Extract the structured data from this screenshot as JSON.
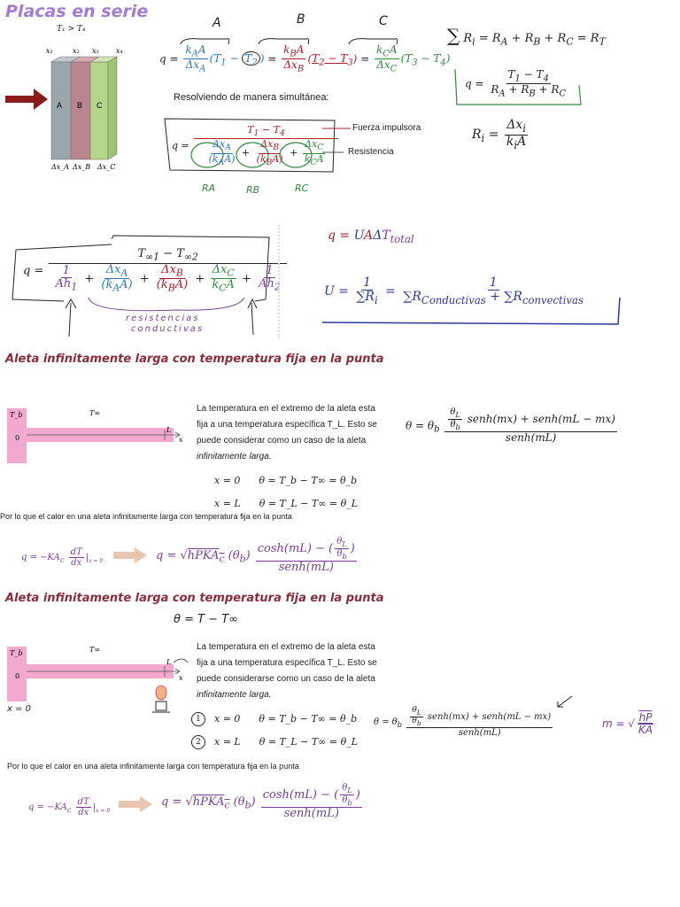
{
  "section1": {
    "title": "Placas en serie",
    "condition": "T₁ > T₄",
    "x_labels": [
      "x₁",
      "x₂",
      "x₃",
      "x₄"
    ],
    "layer_labels": [
      "A",
      "B",
      "C"
    ],
    "dx_labels": [
      "Δx_A",
      "Δx_B",
      "Δx_C"
    ],
    "colors": {
      "A": "#9aa6ab",
      "B": "#b9868f",
      "C": "#b5d58a",
      "arrow": "#8b1a1a",
      "title": "#a27cd6"
    },
    "hand_labels": [
      "A",
      "B",
      "C"
    ],
    "q_equation": "q = k_A A/Δx_A (T₁ − T₂) = k_B A/Δx_B (T₂ − T₃) = k_C A/Δx_C (T₃ − T₄)",
    "sum_R": "∑ R_i = R_A + R_B + R_C = R_T",
    "q_total": "q = (T₁ − T₄)/(R_A + R_B + R_C)",
    "Ri_def": "R_i = Δx_i/(k_i A)",
    "simultaneous_label": "Resolviendo de manera simultánea:",
    "fuerza_impulsora": "Fuerza impulsora",
    "resistencia": "Resistencia",
    "resist_hand": [
      "RA",
      "RB",
      "RC"
    ]
  },
  "section2": {
    "q_conv": "q = (T∞1 − T∞2)/(1/Ah₁ + Δx_A/(k_A A) + Δx_B/(k_B A) + Δx_C/(k_C A) + 1/Ah₂)",
    "q_UA": "q = UAΔT_total",
    "U_def": "U = 1/∑R_i = 1/(∑R_Conductivas + ∑R_convectivas)",
    "resist_note": [
      "resistencias",
      "conductivas"
    ]
  },
  "section3": {
    "title": "Aleta infinitamente larga con temperatura fija en la punta",
    "desc_line1": "La temperatura en el extremo de la aleta esta",
    "desc_line2": "fija a una temperatura específica T_L. Esto se",
    "desc_line3": "puede considerar como un caso de la aleta",
    "desc_line4": "infinitamente larga.",
    "fin_labels": {
      "Tb": "T_b",
      "Tinf": "T∞",
      "zero": "0",
      "L": "L",
      "x": "x"
    },
    "bc1": "x = 0      θ = T_b − T∞ = θ_b",
    "bc2": "x = L      θ = T_L − T∞ = θ_L",
    "theta_eq": "θ = θ_b [(θ_L/θ_b) senh(mx) + senh(mL − mx)] / senh(mL)",
    "conclusion": "Por lo que el calor en una aleta infinitamente larga con temperatura fija en la punta",
    "q_fourier": "q = −KA_c dT/dx |x=0",
    "q_result": "q = √(hPKA_c) (θ_b) [cosh(mL) − (θ_L/θ_b)] / senh(mL)"
  },
  "section4": {
    "title": "Aleta infinitamente larga con temperatura fija en la punta",
    "theta_def": "θ = T − T∞",
    "desc_line1": "La temperatura en el extremo de la aleta esta",
    "desc_line2": "fija a una temperatura específica T_L. Esto se",
    "desc_line3": "puede considerarse como un caso de la aleta",
    "desc_line4": "infinitamente larga.",
    "bc_num": [
      "1",
      "2"
    ],
    "bc1": "x = 0      θ = T_b − T∞ = θ_b",
    "bc2": "x = L      θ = T_L − T∞ = θ_L",
    "x0_note": "x = 0",
    "theta_eq": "θ = θ_b [(θ_L/θ_b) senh(mx) + senh(mL − mx)] / senh(mL)",
    "m_def": "m = √(hP/KA)",
    "conclusion": "Por lo que el calor en una aleta infinitamente larga con temperatura fija en la punta",
    "q_fourier": "q = −KA_c dT/dx |x=0",
    "q_result": "q = √(hPKA_c) (θ_b) [cosh(mL) − (θ_L/θ_b)] / senh(mL)"
  }
}
